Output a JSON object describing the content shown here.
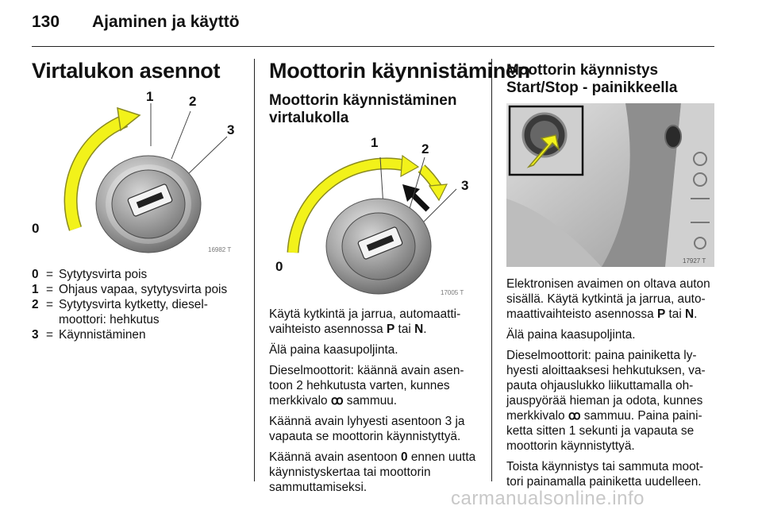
{
  "header": {
    "page_number": "130",
    "section_title": "Ajaminen ja käyttö"
  },
  "col1": {
    "heading": "Virtalukon asennot",
    "figure": {
      "code": "16982 T",
      "labels": [
        "0",
        "1",
        "2",
        "3"
      ]
    },
    "legend": [
      {
        "key": "0",
        "eq": "=",
        "text": "Sytytysvirta pois"
      },
      {
        "key": "1",
        "eq": "=",
        "text": "Ohjaus vapaa, sytytysvirta pois"
      },
      {
        "key": "2",
        "eq": "=",
        "text": "Sytytysvirta kytketty, diesel-moottori: hehkutus"
      },
      {
        "key": "3",
        "eq": "=",
        "text": "Käynnistäminen"
      }
    ]
  },
  "col2": {
    "heading": "Moottorin käynnistäminen",
    "subheading_line1": "Moottorin käynnistäminen",
    "subheading_line2": "virtalukolla",
    "figure": {
      "code": "17005 T",
      "labels": [
        "0",
        "1",
        "2",
        "3"
      ]
    },
    "p1_a": "Käytä kytkintä ja jarrua, automaatti-vaihteisto asennossa ",
    "p1_b": "P",
    "p1_c": " tai ",
    "p1_d": "N",
    "p1_e": ".",
    "p2": "Älä paina kaasupoljinta.",
    "p3_a": "Dieselmoottorit: käännä avain asen-toon 2 hehkutusta varten, kunnes merkkivalo ",
    "p3_glyph": "ꝏ",
    "p3_b": " sammuu.",
    "p4": "Käännä avain lyhyesti asentoon 3 ja vapauta se moottorin käynnistyttyä.",
    "p5_a": "Käännä avain asentoon ",
    "p5_b": "0",
    "p5_c": " ennen uutta käynnistyskertaa tai moottorin sammuttamiseksi."
  },
  "col3": {
    "heading_line1": "Moottorin käynnistys",
    "heading_line2": "Start/Stop - painikkeella",
    "figure": {
      "code": "17927 T"
    },
    "p1_a": "Elektronisen avaimen on oltava auton sisällä. Käytä kytkintä ja jarrua, auto-maattivaihteisto asennossa ",
    "p1_b": "P",
    "p1_c": " tai ",
    "p1_d": "N",
    "p1_e": ".",
    "p2": "Älä paina kaasupoljinta.",
    "p3_a": "Dieselmoottorit: paina painiketta ly-hyesti aloittaaksesi hehkutuksen, va-pauta ohjauslukko liikuttamalla oh-jauspyörää hieman ja odota, kunnes merkkivalo ",
    "p3_glyph": "ꝏ",
    "p3_b": " sammuu. Paina paini-ketta sitten 1 sekunti ja vapauta se moottorin käynnistyttyä.",
    "p4": "Toista käynnistys tai sammuta moot-tori painamalla painiketta uudelleen."
  },
  "footer": {
    "watermark": "carmanualsonline.info"
  },
  "colors": {
    "arrow_yellow": "#f2f21a",
    "arrow_outline": "#8a8a20",
    "text": "#111111",
    "watermark": "#c8c8c8"
  }
}
